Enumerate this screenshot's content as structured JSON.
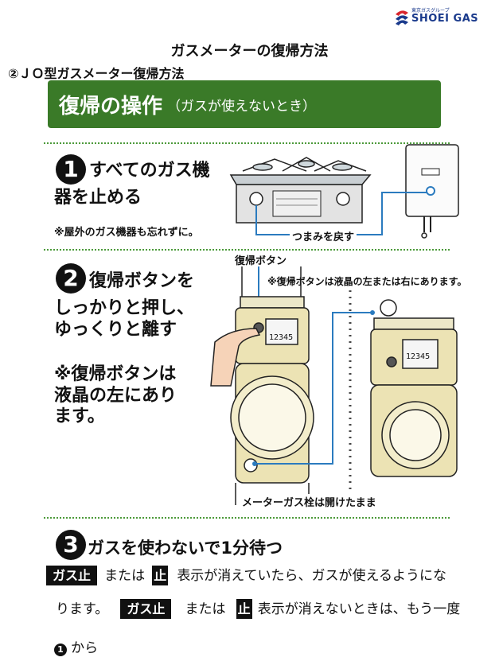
{
  "logo": {
    "group": "東京ガスグループ",
    "name": "SHOEI GAS"
  },
  "title": "ガスメーターの復帰方法",
  "subtitle": "②ＪＯ型ガスメーター復帰方法",
  "banner": {
    "main": "復帰の操作",
    "sub": "（ガスが使えないとき）"
  },
  "step1": {
    "num": "1",
    "line1": "すべてのガス機",
    "line2": "器を止める",
    "note": "※屋外のガス機器も忘れずに。",
    "callout": "つまみを戻す"
  },
  "step2": {
    "num": "2",
    "line1": "復帰ボタンを",
    "line2": "しっかりと押し、",
    "line3": "ゆっくりと離す",
    "note1": "※復帰ボタンは",
    "note2": "液晶の左にあり",
    "note3": "ます。",
    "label_button": "復帰ボタン",
    "note_right": "※復帰ボタンは液晶の左または右にあります。",
    "callout_valve": "メーターガス栓は開けたまま",
    "lcd": "12345"
  },
  "step3": {
    "num": "3",
    "heading": "ガスを使わないで1分待つ",
    "badge1": "ガス止",
    "text_a": "または",
    "badge2": "止",
    "text_b": "表示が消えていたら、ガスが使えるようにな",
    "text_c": "ります。",
    "badge3": "ガス止",
    "text_d": "または",
    "badge4": "止",
    "text_e": "表示が消えないときは、もう一度",
    "ref_num": "1",
    "text_f": "から"
  }
}
